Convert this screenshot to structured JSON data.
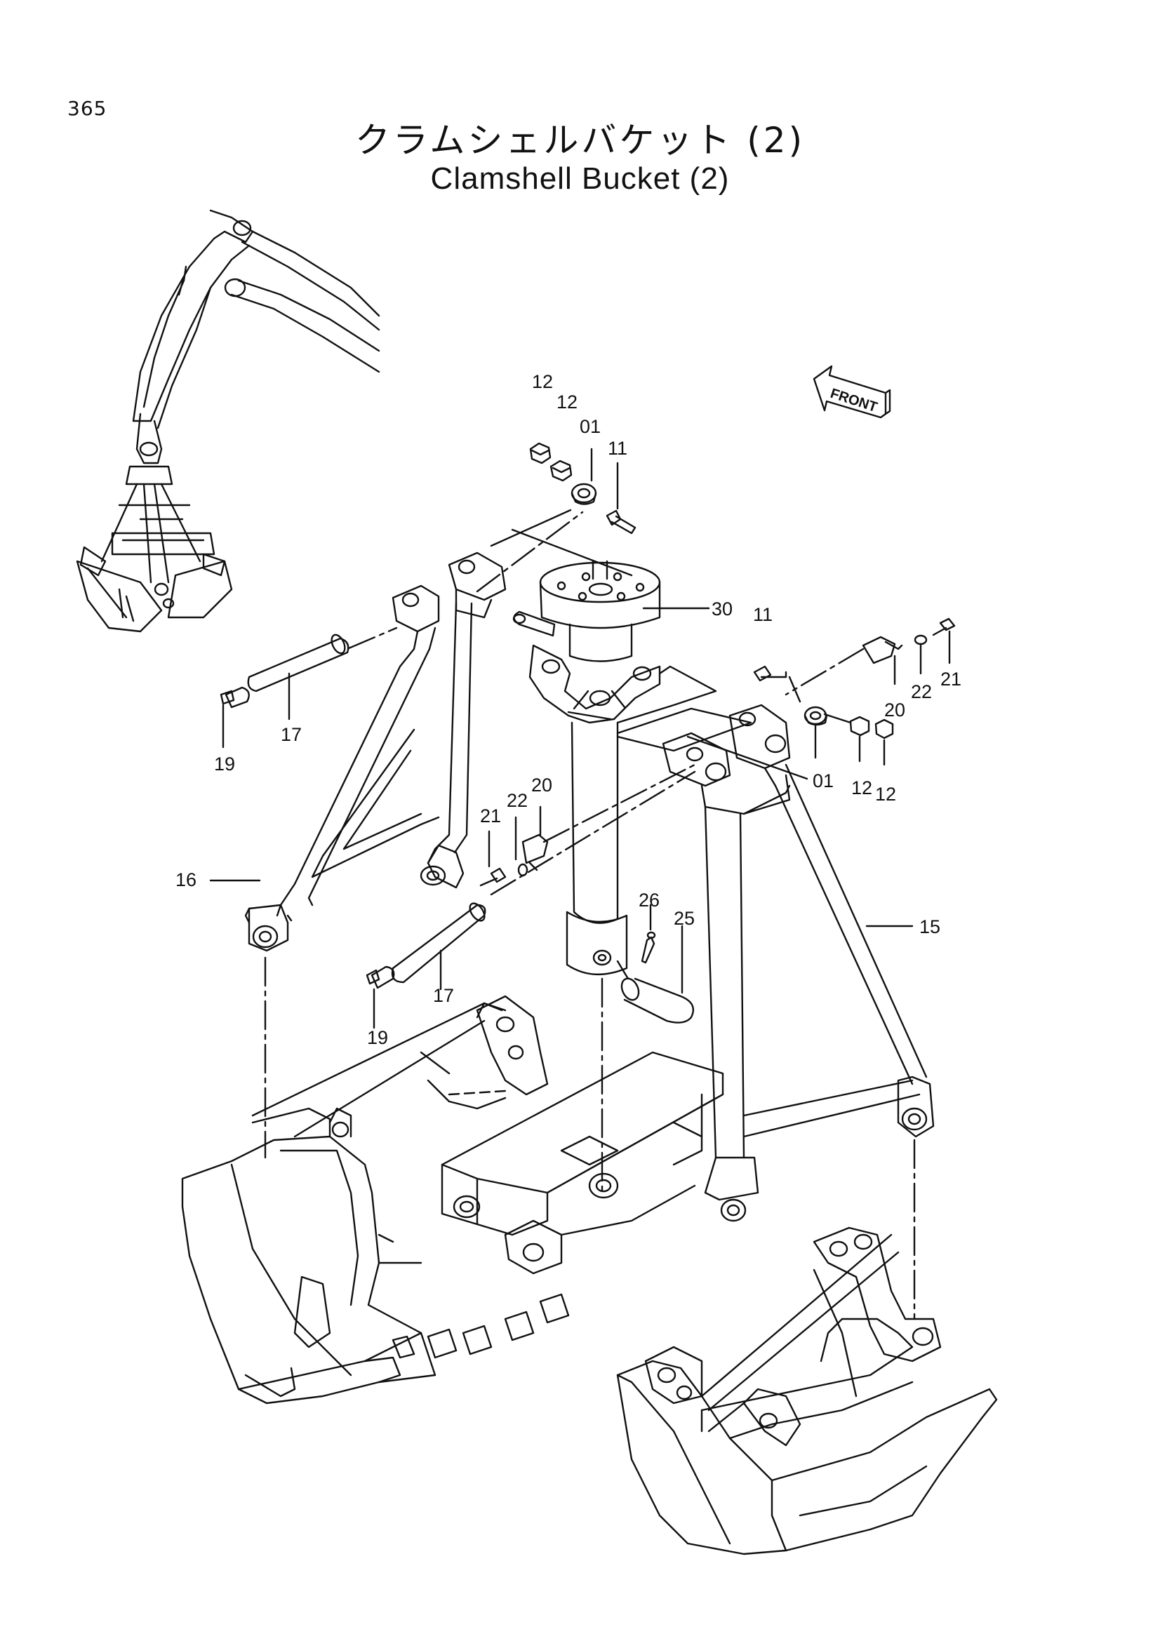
{
  "page": {
    "number": "365"
  },
  "title": {
    "japanese": "クラムシェルバケット (2)",
    "english": "Clamshell Bucket (2)"
  },
  "front_indicator": {
    "label": "FRONT"
  },
  "callouts": [
    {
      "id": "c12a",
      "text": "12"
    },
    {
      "id": "c12b",
      "text": "12"
    },
    {
      "id": "c01a",
      "text": "01"
    },
    {
      "id": "c11a",
      "text": "11"
    },
    {
      "id": "c30",
      "text": "30"
    },
    {
      "id": "c11b",
      "text": "11"
    },
    {
      "id": "c22a",
      "text": "22"
    },
    {
      "id": "c21a",
      "text": "21"
    },
    {
      "id": "c20a",
      "text": "20"
    },
    {
      "id": "c01b",
      "text": "01"
    },
    {
      "id": "c12c",
      "text": "12"
    },
    {
      "id": "c12d",
      "text": "12"
    },
    {
      "id": "c17a",
      "text": "17"
    },
    {
      "id": "c19a",
      "text": "19"
    },
    {
      "id": "c21b",
      "text": "21"
    },
    {
      "id": "c22b",
      "text": "22"
    },
    {
      "id": "c20b",
      "text": "20"
    },
    {
      "id": "c16",
      "text": "16"
    },
    {
      "id": "c26",
      "text": "26"
    },
    {
      "id": "c25",
      "text": "25"
    },
    {
      "id": "c15",
      "text": "15"
    },
    {
      "id": "c17b",
      "text": "17"
    },
    {
      "id": "c19b",
      "text": "19"
    }
  ]
}
